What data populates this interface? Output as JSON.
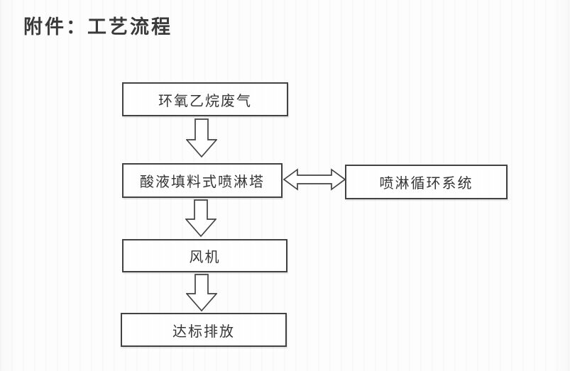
{
  "page": {
    "title": "附件：工艺流程"
  },
  "flowchart": {
    "type": "process-flow",
    "nodes": [
      {
        "id": "waste-gas",
        "label": "环氧乙烷废气"
      },
      {
        "id": "spray-tower",
        "label": "酸液填料式喷淋塔"
      },
      {
        "id": "circulation",
        "label": "喷淋循环系统"
      },
      {
        "id": "fan",
        "label": "风机"
      },
      {
        "id": "discharge",
        "label": "达标排放"
      }
    ],
    "edges": [
      {
        "from": "waste-gas",
        "to": "spray-tower",
        "style": "hollow-block-arrow",
        "direction": "down"
      },
      {
        "from": "spray-tower",
        "to": "circulation",
        "style": "hollow-block-arrow",
        "direction": "both"
      },
      {
        "from": "spray-tower",
        "to": "fan",
        "style": "hollow-block-arrow",
        "direction": "down"
      },
      {
        "from": "fan",
        "to": "discharge",
        "style": "hollow-block-arrow",
        "direction": "down"
      }
    ],
    "colors": {
      "line": "#424242",
      "text": "#343434",
      "paper": "#fdfdfd"
    }
  }
}
